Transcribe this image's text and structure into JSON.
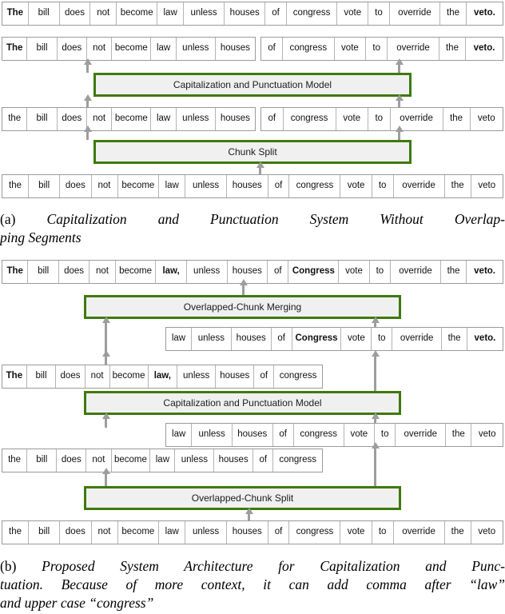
{
  "figure": {
    "title": "Capitalization and Punctuation System Diagrams",
    "accent_color": "#3d7a0c",
    "box_fill": "#f0f0f0",
    "arrow_color": "#9d9d9d",
    "cell_border": "#9a9a9a"
  },
  "panel_a": {
    "caption_label": "(a)",
    "caption_text": "Capitalization and Punctuation System Without Overlapping Segments",
    "caption_lines": [
      "Capitalization and Punctuation System Without Overlap-",
      "ping Segments"
    ],
    "output_row": {
      "name": "final-output-row",
      "tokens": [
        "The",
        "bill",
        "does",
        "not",
        "become",
        "law",
        "unless",
        "houses",
        "of",
        "congress",
        "vote",
        "to",
        "override",
        "the",
        "veto."
      ],
      "bold_indices": [
        0,
        14
      ]
    },
    "model_output_chunks": [
      {
        "name": "model-output-chunk-1",
        "tokens": [
          "The",
          "bill",
          "does",
          "not",
          "become",
          "law",
          "unless",
          "houses"
        ],
        "bold_indices": [
          0
        ]
      },
      {
        "name": "model-output-chunk-2",
        "tokens": [
          "of",
          "congress",
          "vote",
          "to",
          "override",
          "the",
          "veto."
        ],
        "bold_indices": [
          6
        ]
      }
    ],
    "model_box": {
      "name": "capitalization-and-punctuation-model",
      "label": "Capitalization and Punctuation Model"
    },
    "split_chunks": [
      {
        "name": "split-chunk-1",
        "tokens": [
          "the",
          "bill",
          "does",
          "not",
          "become",
          "law",
          "unless",
          "houses"
        ],
        "bold_indices": []
      },
      {
        "name": "split-chunk-2",
        "tokens": [
          "of",
          "congress",
          "vote",
          "to",
          "override",
          "the",
          "veto"
        ],
        "bold_indices": []
      }
    ],
    "split_box": {
      "name": "chunk-split",
      "label": "Chunk Split"
    },
    "input_row": {
      "name": "input-row",
      "tokens": [
        "the",
        "bill",
        "does",
        "not",
        "become",
        "law",
        "unless",
        "houses",
        "of",
        "congress",
        "vote",
        "to",
        "override",
        "the",
        "veto"
      ],
      "bold_indices": []
    }
  },
  "panel_b": {
    "caption_label": "(b)",
    "caption_text": "Proposed System Architecture for Capitalization and Punctuation. Because of more context, it can add comma after “law” and upper case “congress”",
    "caption_lines": [
      "Proposed System Architecture for Capitalization and Punc-",
      "tuation. Because of more context, it can add comma after “law”",
      "and upper case “congress”"
    ],
    "output_row": {
      "name": "final-output-row",
      "tokens": [
        "The",
        "bill",
        "does",
        "not",
        "become",
        "law,",
        "unless",
        "houses",
        "of",
        "Congress",
        "vote",
        "to",
        "override",
        "the",
        "veto."
      ],
      "bold_indices": [
        0,
        5,
        9,
        14
      ]
    },
    "merge_box": {
      "name": "overlapped-chunk-merging",
      "label": "Overlapped-Chunk Merging"
    },
    "model_output_chunks": [
      {
        "name": "model-output-chunk-2",
        "tokens": [
          "law",
          "unless",
          "houses",
          "of",
          "Congress",
          "vote",
          "to",
          "override",
          "the",
          "veto."
        ],
        "bold_indices": [
          4,
          9
        ]
      },
      {
        "name": "model-output-chunk-1",
        "tokens": [
          "The",
          "bill",
          "does",
          "not",
          "become",
          "law,",
          "unless",
          "houses",
          "of",
          "congress"
        ],
        "bold_indices": [
          0,
          5
        ]
      }
    ],
    "model_box": {
      "name": "capitalization-and-punctuation-model",
      "label": "Capitalization and Punctuation Model"
    },
    "split_chunks": [
      {
        "name": "split-chunk-2",
        "tokens": [
          "law",
          "unless",
          "houses",
          "of",
          "congress",
          "vote",
          "to",
          "override",
          "the",
          "veto"
        ],
        "bold_indices": []
      },
      {
        "name": "split-chunk-1",
        "tokens": [
          "the",
          "bill",
          "does",
          "not",
          "become",
          "law",
          "unless",
          "houses",
          "of",
          "congress"
        ],
        "bold_indices": []
      }
    ],
    "split_box": {
      "name": "overlapped-chunk-split",
      "label": "Overlapped-Chunk Split"
    },
    "input_row": {
      "name": "input-row",
      "tokens": [
        "the",
        "bill",
        "does",
        "not",
        "become",
        "law",
        "unless",
        "houses",
        "of",
        "congress",
        "vote",
        "to",
        "override",
        "the",
        "veto"
      ],
      "bold_indices": []
    }
  }
}
